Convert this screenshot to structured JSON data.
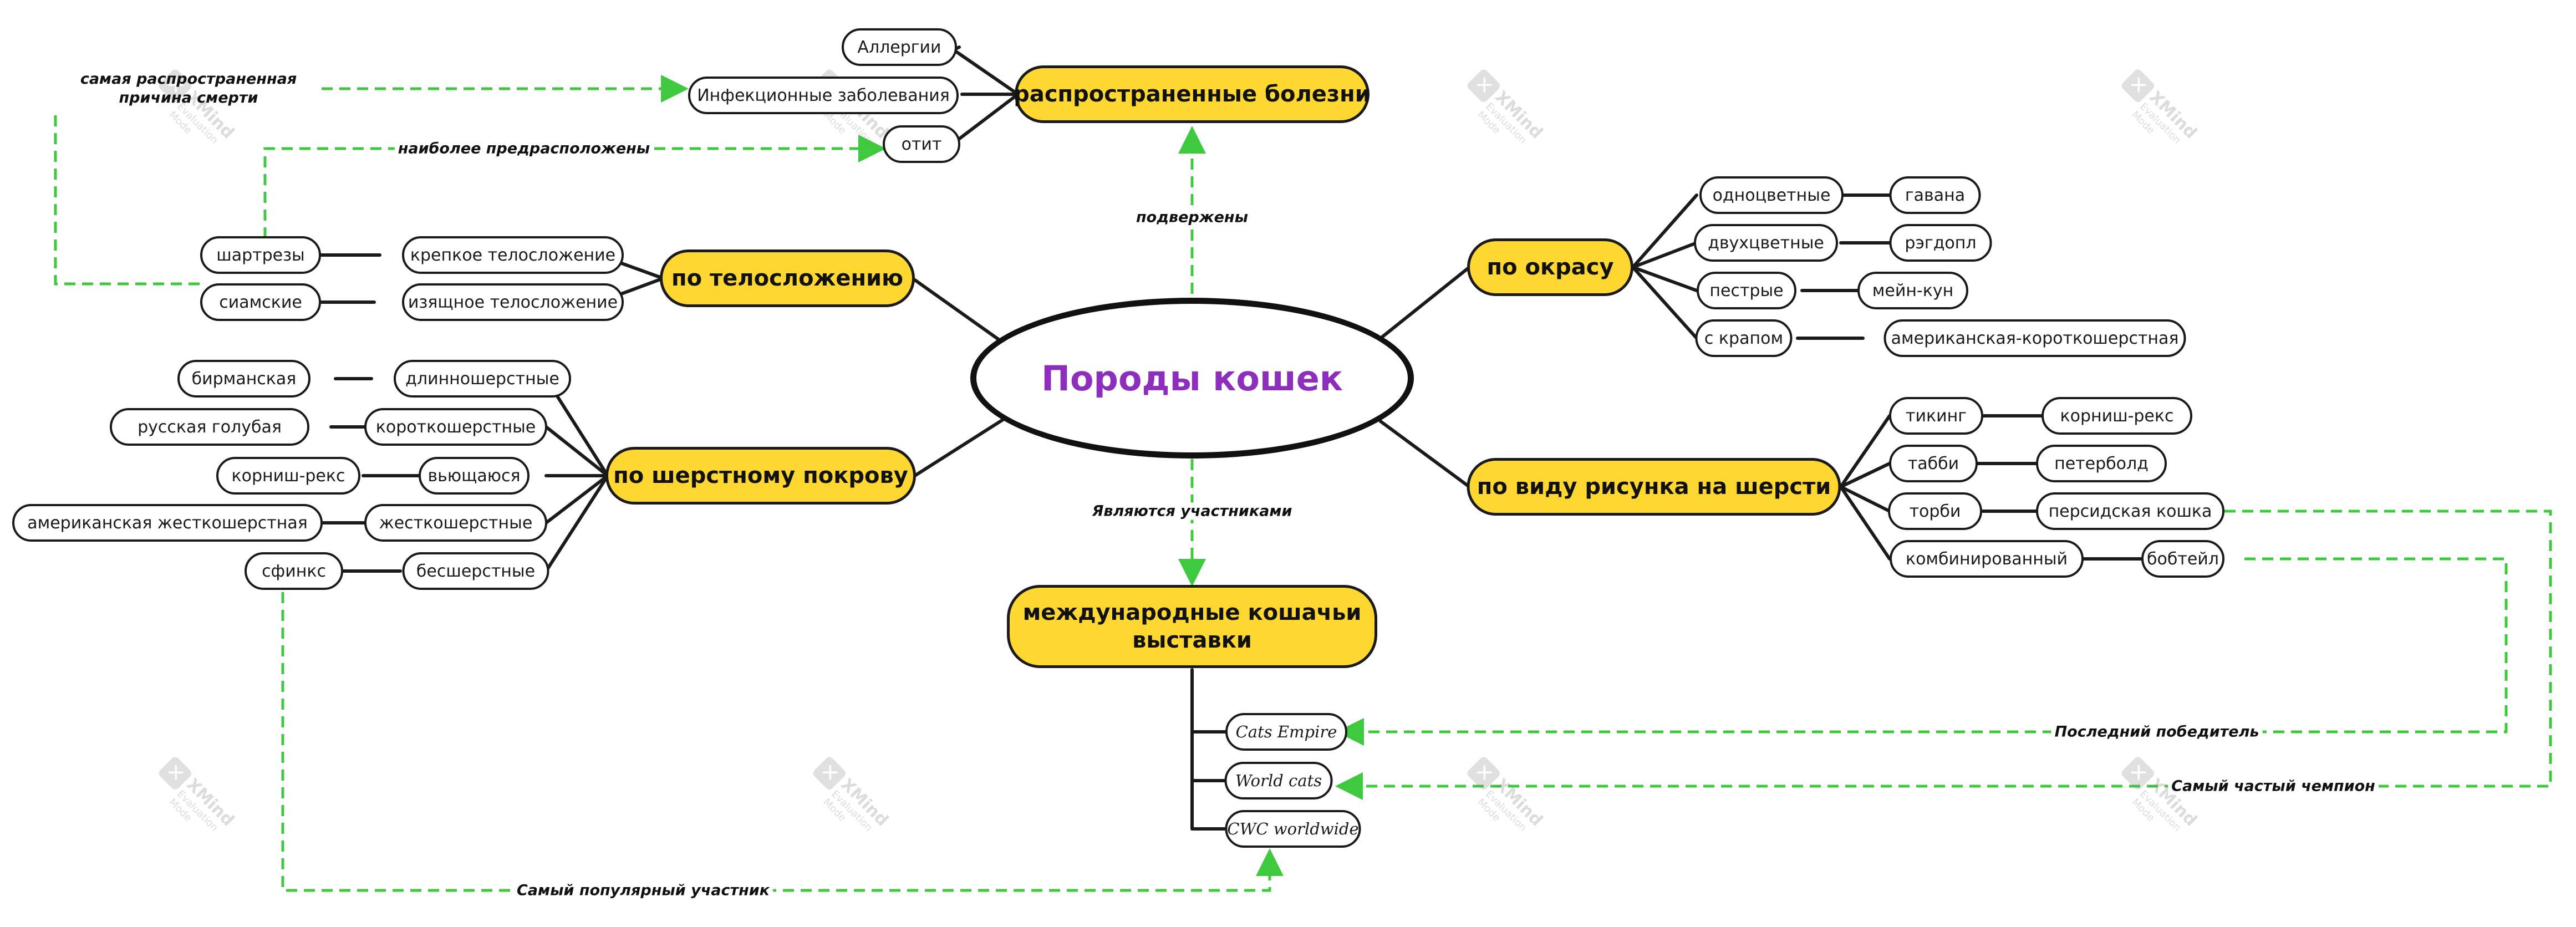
{
  "central": "Породы кошек",
  "colors": {
    "topic_fill": "#fed730",
    "central_text": "#8e2ebd",
    "relation_line": "#3ec93e",
    "branch_line": "#1a1a1a"
  },
  "topics": {
    "diseases": "распространенные болезни",
    "body": "по телосложению",
    "coat": "по шерстному покрову",
    "color": "по окрасу",
    "pattern": "по виду рисунка на шерсти",
    "shows": "международные кошачьи выставки"
  },
  "diseases": {
    "allergy": "Аллергии",
    "infections": "Инфекционные заболевания",
    "otitis": "отит"
  },
  "body": {
    "strong": "крепкое телосложение",
    "graceful": "изящное телосложение",
    "chartreux": "шартрезы",
    "siamese": "сиамские"
  },
  "coat": {
    "long": "длинношерстные",
    "short": "короткошерстные",
    "curly": "вьющаюся",
    "wire": "жесткошерстные",
    "hairless": "бесшерстные",
    "birman": "бирманская",
    "russian": "русская голубая",
    "cornish": "корниш-рекс",
    "american_wire": "американская жесткошерстная",
    "sphynx": "сфинкс"
  },
  "color": {
    "solid": "одноцветные",
    "bicolor": "двухцветные",
    "variegated": "пестрые",
    "spotted": "с крапом",
    "havana": "гавана",
    "ragdoll": "рэгдопл",
    "mainecoon": "мейн-кун",
    "american_short": "американская-короткошерстная"
  },
  "pattern": {
    "ticking": "тикинг",
    "tabby": "табби",
    "torbie": "торби",
    "combined": "комбинированный",
    "cornish": "корниш-рекс",
    "peterbald": "петерболд",
    "persian": "персидская кошка",
    "bobtail": "бобтейл"
  },
  "shows": {
    "empire": "Cats Empire",
    "world": "World cats",
    "cwc": "CWC worldwide"
  },
  "relations": {
    "prone": "подвержены",
    "participants": "Являются участниками",
    "common_death": "самая распространенная причина смерти",
    "most_predisposed": "наиболее предрасположены",
    "last_winner": "Последний победитель",
    "frequent_champion": "Самый частый чемпион",
    "popular_participant": "Самый популярный участник"
  },
  "watermark": {
    "brand": "XMind",
    "sub": "Evaluation Mode",
    "logo_glyph": "✕"
  }
}
